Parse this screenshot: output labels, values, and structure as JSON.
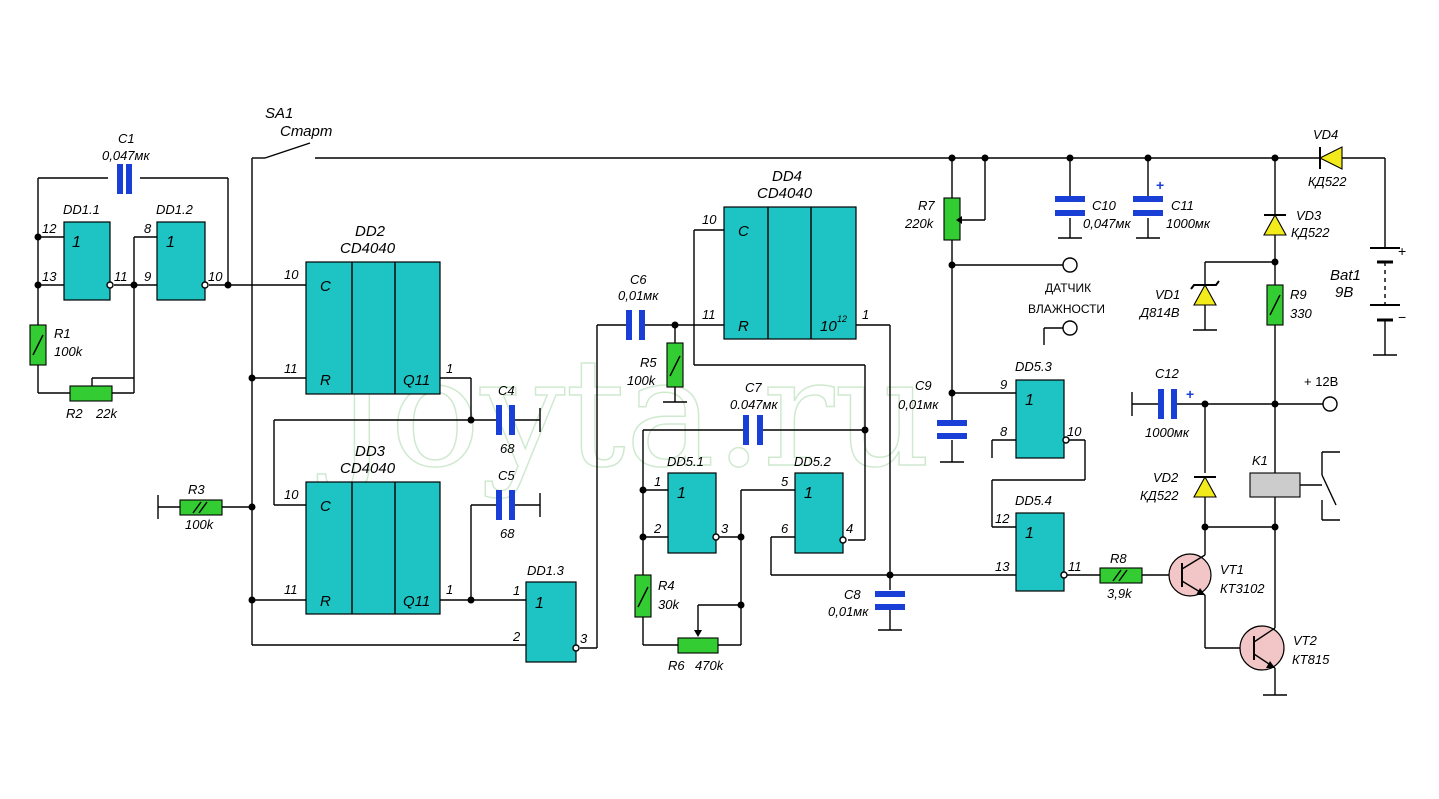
{
  "watermark": "Joyta.ru",
  "components": {
    "sa1": {
      "ref": "SA1",
      "value": "Старт"
    },
    "c1": {
      "ref": "C1",
      "value": "0,047мк"
    },
    "dd1_1": {
      "ref": "DD1.1",
      "symbol": "1"
    },
    "dd1_2": {
      "ref": "DD1.2",
      "symbol": "1"
    },
    "dd1_3": {
      "ref": "DD1.3",
      "symbol": "1"
    },
    "r1": {
      "ref": "R1",
      "value": "100k"
    },
    "r2": {
      "ref": "R2",
      "value": "22k"
    },
    "r3": {
      "ref": "R3",
      "value": "100k"
    },
    "dd2": {
      "ref": "DD2",
      "type": "CD4040",
      "c": "C",
      "r": "R",
      "out": "Q11"
    },
    "dd3": {
      "ref": "DD3",
      "type": "CD4040",
      "c": "C",
      "r": "R",
      "out": "Q11"
    },
    "dd4": {
      "ref": "DD4",
      "type": "CD4040",
      "c": "C",
      "r": "R",
      "out": "10",
      "out_exp": "12"
    },
    "c4": {
      "ref": "C4",
      "value": "68"
    },
    "c5": {
      "ref": "C5",
      "value": "68"
    },
    "c6": {
      "ref": "C6",
      "value": "0,01мк"
    },
    "r5": {
      "ref": "R5",
      "value": "100k"
    },
    "c7": {
      "ref": "C7",
      "value": "0.047мк"
    },
    "dd5_1": {
      "ref": "DD5.1",
      "symbol": "1"
    },
    "dd5_2": {
      "ref": "DD5.2",
      "symbol": "1"
    },
    "dd5_3": {
      "ref": "DD5.3",
      "symbol": "1"
    },
    "dd5_4": {
      "ref": "DD5.4",
      "symbol": "1"
    },
    "r4": {
      "ref": "R4",
      "value": "30k"
    },
    "r6": {
      "ref": "R6",
      "value": "470k"
    },
    "c8": {
      "ref": "C8",
      "value": "0,01мк"
    },
    "r7": {
      "ref": "R7",
      "value": "220k"
    },
    "sensor": {
      "line1": "ДАТЧИК",
      "line2": "ВЛАЖНОСТИ"
    },
    "c9": {
      "ref": "C9",
      "value": "0,01мк"
    },
    "c10": {
      "ref": "C10",
      "value": "0,047мк"
    },
    "c11": {
      "ref": "C11",
      "value": "1000мк",
      "polarity": "+"
    },
    "c12": {
      "ref": "C12",
      "value": "1000мк",
      "polarity": "+"
    },
    "r8": {
      "ref": "R8",
      "value": "3,9k"
    },
    "r9": {
      "ref": "R9",
      "value": "330"
    },
    "vd1": {
      "ref": "VD1",
      "value": "Д814В"
    },
    "vd2": {
      "ref": "VD2",
      "value": "КД522"
    },
    "vd3": {
      "ref": "VD3",
      "value": "КД522"
    },
    "vd4": {
      "ref": "VD4",
      "value": "КД522"
    },
    "vt1": {
      "ref": "VT1",
      "value": "КТ3102"
    },
    "vt2": {
      "ref": "VT2",
      "value": "КТ815"
    },
    "k1": {
      "ref": "K1"
    },
    "bat1": {
      "ref": "Bat1",
      "value": "9В",
      "plus": "+",
      "minus": "−"
    },
    "supply": {
      "label": "+ 12В"
    }
  },
  "pins": {
    "p1": "1",
    "p2": "2",
    "p3": "3",
    "p4": "4",
    "p5": "5",
    "p6": "6",
    "p8": "8",
    "p9": "9",
    "p10": "10",
    "p11": "11",
    "p12": "12",
    "p13": "13"
  },
  "colors": {
    "chip": "#1ec4c4",
    "resistor": "#33cc33",
    "capacitor": "#1a3fd6",
    "diode": "#f2ea1a",
    "transistor": "#f2c6c6",
    "relay": "#cccccc"
  }
}
